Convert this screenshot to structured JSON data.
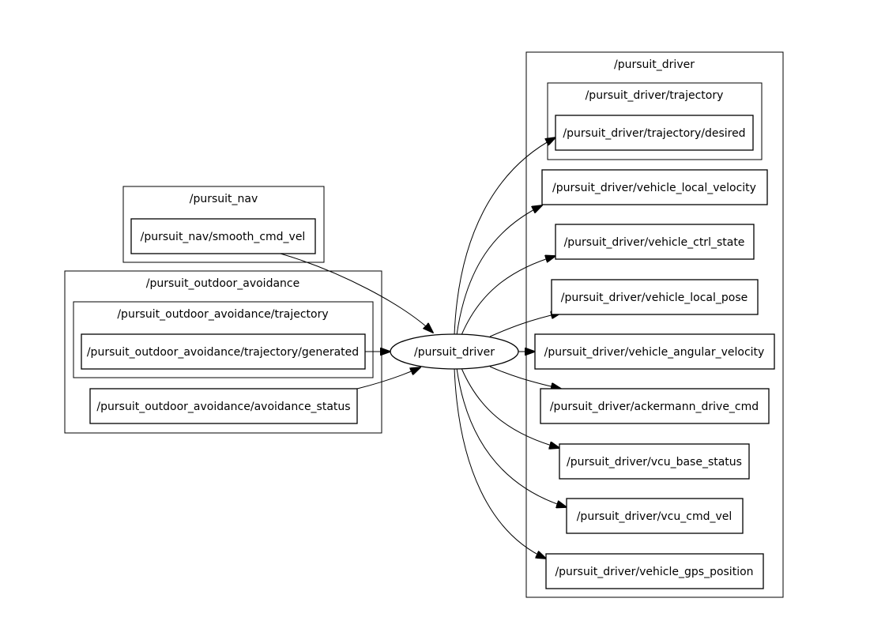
{
  "clusters": {
    "pursuit_driver": "/pursuit_driver",
    "pursuit_driver_trajectory": "/pursuit_driver/trajectory",
    "pursuit_nav": "/pursuit_nav",
    "pursuit_outdoor_avoidance": "/pursuit_outdoor_avoidance",
    "pursuit_outdoor_avoidance_trajectory": "/pursuit_outdoor_avoidance/trajectory"
  },
  "nodes": {
    "center": "/pursuit_driver",
    "smooth_cmd_vel": "/pursuit_nav/smooth_cmd_vel",
    "trajectory_generated": "/pursuit_outdoor_avoidance/trajectory/generated",
    "avoidance_status": "/pursuit_outdoor_avoidance/avoidance_status",
    "trajectory_desired": "/pursuit_driver/trajectory/desired",
    "vehicle_local_velocity": "/pursuit_driver/vehicle_local_velocity",
    "vehicle_ctrl_state": "/pursuit_driver/vehicle_ctrl_state",
    "vehicle_local_pose": "/pursuit_driver/vehicle_local_pose",
    "vehicle_angular_velocity": "/pursuit_driver/vehicle_angular_velocity",
    "ackermann_drive_cmd": "/pursuit_driver/ackermann_drive_cmd",
    "vcu_base_status": "/pursuit_driver/vcu_base_status",
    "vcu_cmd_vel": "/pursuit_driver/vcu_cmd_vel",
    "vehicle_gps_position": "/pursuit_driver/vehicle_gps_position"
  },
  "edges": [
    {
      "from": "smooth_cmd_vel",
      "to": "center"
    },
    {
      "from": "trajectory_generated",
      "to": "center"
    },
    {
      "from": "avoidance_status",
      "to": "center"
    },
    {
      "from": "center",
      "to": "trajectory_desired"
    },
    {
      "from": "center",
      "to": "vehicle_local_velocity"
    },
    {
      "from": "center",
      "to": "vehicle_ctrl_state"
    },
    {
      "from": "center",
      "to": "vehicle_local_pose"
    },
    {
      "from": "center",
      "to": "vehicle_angular_velocity"
    },
    {
      "from": "center",
      "to": "ackermann_drive_cmd"
    },
    {
      "from": "center",
      "to": "vcu_base_status"
    },
    {
      "from": "center",
      "to": "vcu_cmd_vel"
    },
    {
      "from": "center",
      "to": "vehicle_gps_position"
    }
  ]
}
